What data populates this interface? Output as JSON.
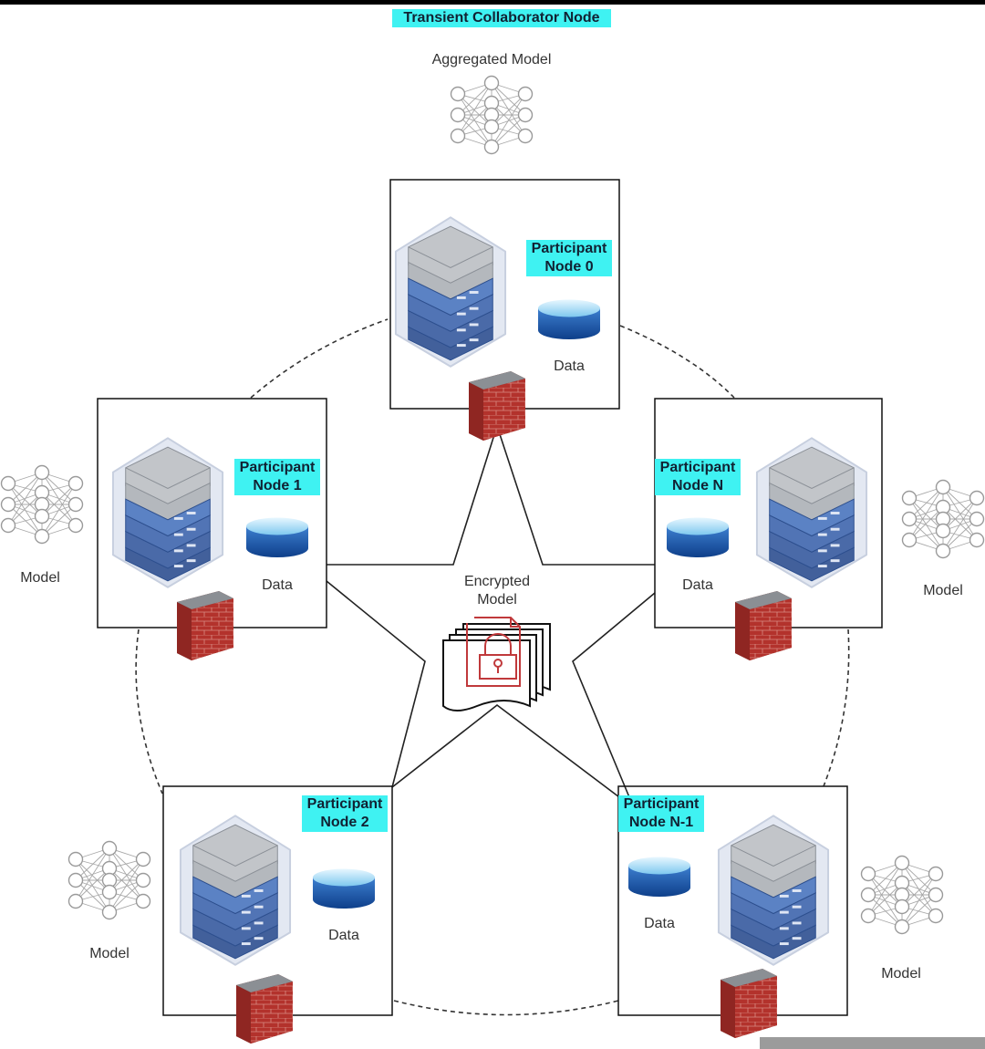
{
  "header": {
    "title": "Transient Collaborator Node",
    "aggregated_model_label": "Aggregated Model"
  },
  "center": {
    "encrypted_model_label": "Encrypted\nModel"
  },
  "nodes": [
    {
      "name": "Participant\nNode 0",
      "data_label": "Data"
    },
    {
      "name": "Participant\nNode 1",
      "data_label": "Data",
      "model_label": "Model"
    },
    {
      "name": "Participant\nNode N",
      "data_label": "Data",
      "model_label": "Model"
    },
    {
      "name": "Participant\nNode 2",
      "data_label": "Data",
      "model_label": "Model"
    },
    {
      "name": "Participant\nNode N-1",
      "data_label": "Data",
      "model_label": "Model"
    }
  ],
  "colors": {
    "highlight": "#3ff2f2",
    "server_blue": "#5b82c4",
    "server_gray": "#b9bcc0",
    "firewall_red": "#b3322c",
    "lock_red": "#c0393b"
  }
}
